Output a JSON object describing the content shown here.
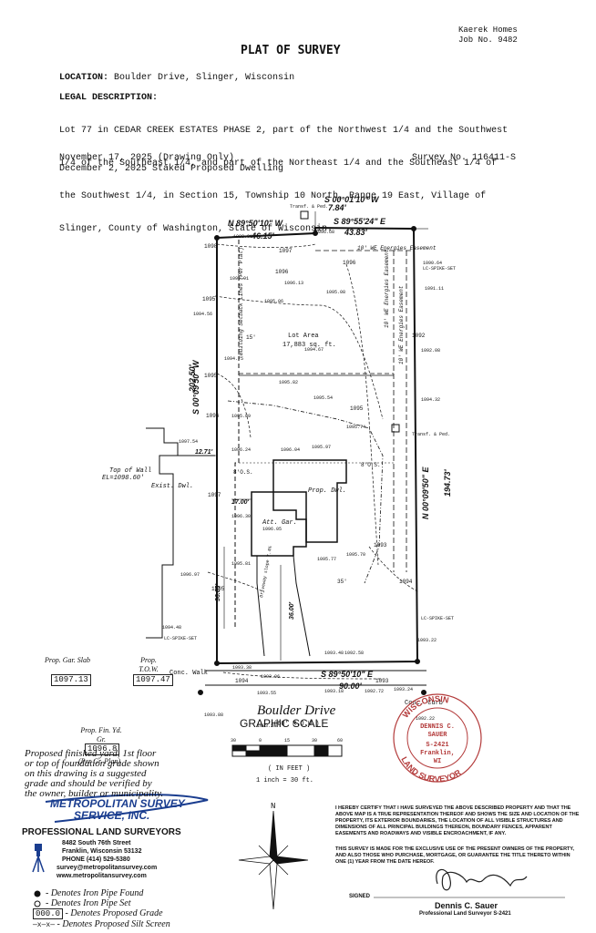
{
  "header": {
    "company": "Kaerek Homes",
    "job": "Job No. 9482",
    "title": "PLAT OF SURVEY",
    "location_label": "LOCATION:",
    "location_value": "Boulder Drive, Slinger, Wisconsin",
    "legal_label": "LEGAL DESCRIPTION:",
    "legal_lines": [
      "Lot 77 in CEDAR CREEK ESTATES PHASE 2, part of the Northwest 1/4 and the Southwest",
      "1/4 of the Southeast 1/4, and part of the Northeast 1/4 and the Southeast 1/4 of",
      "the Southwest 1/4, in Section 15, Township 10 North, Range 19 East, Village of",
      "Slinger, County of Washington, State of Wisconsin."
    ],
    "date1": "November 17, 2025 (Drawing Only)",
    "date2": "December 2, 2025 Staked Proposed Dwelling",
    "survey_no": "Survey No. 116411-S"
  },
  "plat": {
    "bearing_top_short": "S 00°01'10\" W",
    "dist_top_short": "7.84'",
    "bearing_top_left": "N 89°50'10\" W",
    "dist_top_left": "46.15'",
    "bearing_top_right": "S 89°55'24\" E",
    "dist_top_right": "43.83'",
    "bearing_left": "S 00°09'50\" W",
    "dist_left": "202.50'",
    "bearing_right": "N 00°09'50\" E",
    "dist_right": "194.73'",
    "bearing_bottom": "S 89°50'10\" E",
    "dist_bottom": "90.00'",
    "lot_area_label": "Lot Area",
    "lot_area_value": "17,883 sq. ft.",
    "easement_top": "10' WE Energies Easement",
    "easement_right1": "10' WE Energies Easement",
    "easement_right2": "10' WE Energies Easement",
    "setback_label": "Building Setback Lines (Per Plat)",
    "dwelling_label": "Prop. Dwl.",
    "garage_label": "Att. Gar.",
    "existing_dwl": "Exist. Dwl.",
    "top_of_wall": "Top of Wall",
    "top_of_wall_el": "EL=1098.60'",
    "transf_ped": "Transf. & Ped.",
    "transf_ped2": "Transf. & Ped.",
    "conc_walk": "Conc. Walk",
    "conc_curb": "Conc. Curb",
    "street": "Boulder Drive",
    "row": "(60' R.O.W.)",
    "dim_36_03": "36.03'",
    "dim_36_00": "36.00'",
    "dim_17_00": "17.00'",
    "dim_12_71": "12.71'",
    "dim_8os_l": "8'O.S.",
    "dim_8os_r": "8'O.S.",
    "dim_35": "35'",
    "dim_15": "15'",
    "contours": [
      "1098",
      "1097",
      "1096",
      "1095",
      "1095",
      "1096",
      "1097",
      "1095",
      "1094",
      "1093",
      "1094",
      "1095",
      "1096",
      "1092",
      "1093"
    ],
    "elevations": [
      "1098.31",
      "1096.68",
      "1096.91",
      "1096.13",
      "1095.06",
      "1095.08",
      "1094.56",
      "1094.67",
      "1094.75",
      "1095.82",
      "1095.54",
      "1095.89",
      "1095.74",
      "1097.54",
      "1096.24",
      "1096.04",
      "1095.97",
      "1096.30",
      "1096.05",
      "1095.81",
      "1095.77",
      "1095.70",
      "1096.97",
      "1094.48",
      "1093.38",
      "1093.48",
      "1092.58",
      "1093.22",
      "1093.96",
      "1093.55",
      "1093.18",
      "1092.72",
      "1093.88",
      "1093.28",
      "1092.22",
      "1090.64",
      "1091.11",
      "1092.08",
      "1094.32",
      "1093.24"
    ],
    "lc_spike_top": "LC-SPIKE-SET",
    "lc_spike_bl": "LC-SPIKE-SET",
    "lc_spike_br": "LC-SPIKE-SET",
    "driveway": "Driveway slope 7.4%"
  },
  "proposed": {
    "gar_slab_label": "Prop. Gar. Slab",
    "gar_slab_value": "1097.13",
    "tow_label": "Prop. T.O.W.",
    "tow_value": "1097.47",
    "fin_yd_label": "Prop. Fin. Yd. Gr.",
    "fin_yd_value": "1096.8",
    "per_gr_plan": "(Per Gr. Plan)"
  },
  "scale": {
    "title": "GRAPHIC SCALE",
    "ticks": [
      "30",
      "0",
      "15",
      "30",
      "60"
    ],
    "unit": "( IN FEET )",
    "ratio": "1 inch = 30  ft."
  },
  "note": [
    "Proposed finished yard, 1st floor",
    "or top of foundation grade shown",
    "on this drawing is a suggested",
    "grade and should be verified by",
    "the owner, builder or municipality."
  ],
  "company": {
    "name_line1": "METROPOLITAN SURVEY",
    "name_line2": "SERVICE, INC.",
    "tagline": "PROFESSIONAL LAND SURVEYORS",
    "address1": "8482 South 76th Street",
    "address2": "Franklin, Wisconsin 53132",
    "phone": "PHONE (414) 529-5380",
    "email": "survey@metropolitansurvey.com",
    "web": "www.metropolitansurvey.com"
  },
  "legend": [
    {
      "symbol": "◉",
      "text": "- Denotes Iron Pipe Found"
    },
    {
      "symbol": "○",
      "text": "- Denotes Iron Pipe Set"
    },
    {
      "symbol": "000.0",
      "text": "- Denotes Proposed Grade"
    },
    {
      "symbol": "—x—x—",
      "text": "- Denotes Proposed Silt Screen"
    }
  ],
  "seal": {
    "top": "WISCONSIN",
    "name1": "DENNIS C.",
    "name2": "SAUER",
    "license": "S-2421",
    "city": "Franklin,",
    "state": "WI",
    "bottom": "LAND SURVEYOR"
  },
  "certification": {
    "text": "I HEREBY CERTIFY THAT I HAVE SURVEYED THE ABOVE DESCRIBED PROPERTY AND THAT THE ABOVE MAP IS A TRUE REPRESENTATION THEREOF AND SHOWS THE SIZE AND LOCATION OF THE PROPERTY, ITS EXTERIOR BOUNDARIES, THE LOCATION OF ALL VISIBLE STRUCTURES AND DIMENSIONS OF ALL PRINCIPAL BUILDINGS THEREON, BOUNDARY FENCES, APPARENT EASEMENTS AND ROADWAYS AND VISIBLE ENCROACHMENT, IF ANY.",
    "exclusive": "THIS SURVEY IS MADE FOR THE EXCLUSIVE USE OF THE PRESENT OWNERS OF THE PROPERTY, AND ALSO THOSE WHO PURCHASE, MORTGAGE, OR GUARANTEE THE TITLE THERETO WITHIN ONE (1) YEAR FROM THE DATE HEREOF.",
    "signed_label": "SIGNED",
    "signer_name": "Dennis C. Sauer",
    "signer_title": "Professional Land Surveyor S-2421"
  },
  "north": "N"
}
